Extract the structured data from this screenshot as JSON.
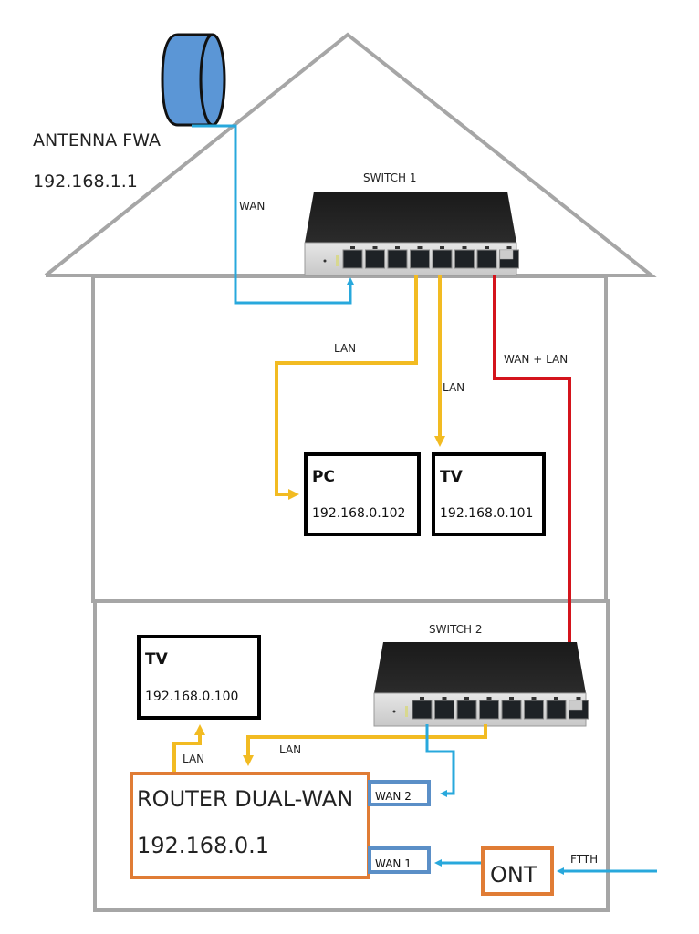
{
  "colors": {
    "wan": "#28a8dc",
    "lan": "#f2bb22",
    "wan_lan": "#d4141c",
    "house": "#a6a6a6",
    "router_border": "#e07c35",
    "wan_port_border": "#5b8fc7",
    "device_border": "#000000",
    "antenna_fill": "#5b96d6"
  },
  "antenna": {
    "name": "ANTENNA FWA",
    "ip": "192.168.1.1"
  },
  "switch1": {
    "label": "SWITCH 1",
    "ports": 8
  },
  "switch2": {
    "label": "SWITCH 2",
    "ports": 8
  },
  "devices": {
    "pc": {
      "name": "PC",
      "ip": "192.168.0.102"
    },
    "tv_upstairs": {
      "name": "TV",
      "ip": "192.168.0.101"
    },
    "tv_downstairs": {
      "name": "TV",
      "ip": "192.168.0.100"
    }
  },
  "router": {
    "name": "ROUTER DUAL-WAN",
    "ip": "192.168.0.1",
    "wan1_label": "WAN 1",
    "wan2_label": "WAN 2"
  },
  "ont": {
    "name": "ONT"
  },
  "links": {
    "antenna_to_switch1": "WAN",
    "switch1_to_pc": "LAN",
    "switch1_to_tv": "LAN",
    "switch1_to_switch2": "WAN + LAN",
    "router_to_tv": "LAN",
    "switch2_to_router": "LAN",
    "ftth_in": "FTTH"
  }
}
